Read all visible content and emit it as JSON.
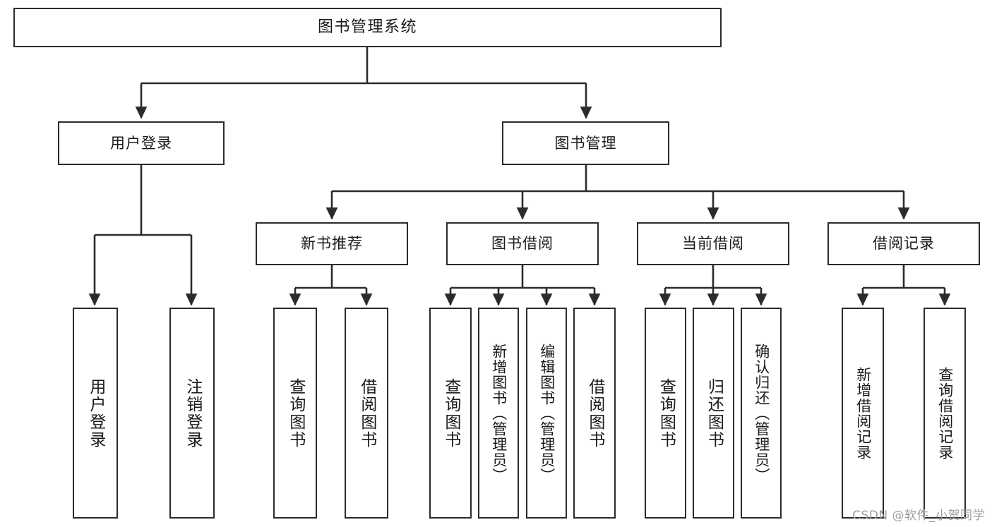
{
  "diagram": {
    "title": "图书管理系统",
    "type": "tree",
    "watermark": "CSDN @软件_小贺同学",
    "colors": {
      "stroke": "#2b2b2b",
      "fill": "#ffffff",
      "text": "#1a1a1a",
      "watermark": "#9d9d9d"
    },
    "levels": {
      "root": {
        "label": "图书管理系统"
      },
      "level2": [
        {
          "label": "用户登录"
        },
        {
          "label": "图书管理"
        }
      ],
      "level3": [
        {
          "label": "新书推荐"
        },
        {
          "label": "图书借阅"
        },
        {
          "label": "当前借阅"
        },
        {
          "label": "借阅记录"
        }
      ],
      "leaves": [
        {
          "label": "用户登录",
          "parent": "用户登录"
        },
        {
          "label": "注销登录",
          "parent": "用户登录"
        },
        {
          "label": "查询图书",
          "parent": "新书推荐"
        },
        {
          "label": "借阅图书",
          "parent": "新书推荐"
        },
        {
          "label": "查询图书",
          "parent": "图书借阅"
        },
        {
          "label": "新增图书（管理员）",
          "parent": "图书借阅"
        },
        {
          "label": "编辑图书（管理员）",
          "parent": "图书借阅"
        },
        {
          "label": "借阅图书",
          "parent": "图书借阅"
        },
        {
          "label": "查询图书",
          "parent": "当前借阅"
        },
        {
          "label": "归还图书",
          "parent": "当前借阅"
        },
        {
          "label": "确认归还（管理员）",
          "parent": "当前借阅"
        },
        {
          "label": "新增借阅记录",
          "parent": "借阅记录"
        },
        {
          "label": "查询借阅记录",
          "parent": "借阅记录"
        }
      ]
    }
  }
}
